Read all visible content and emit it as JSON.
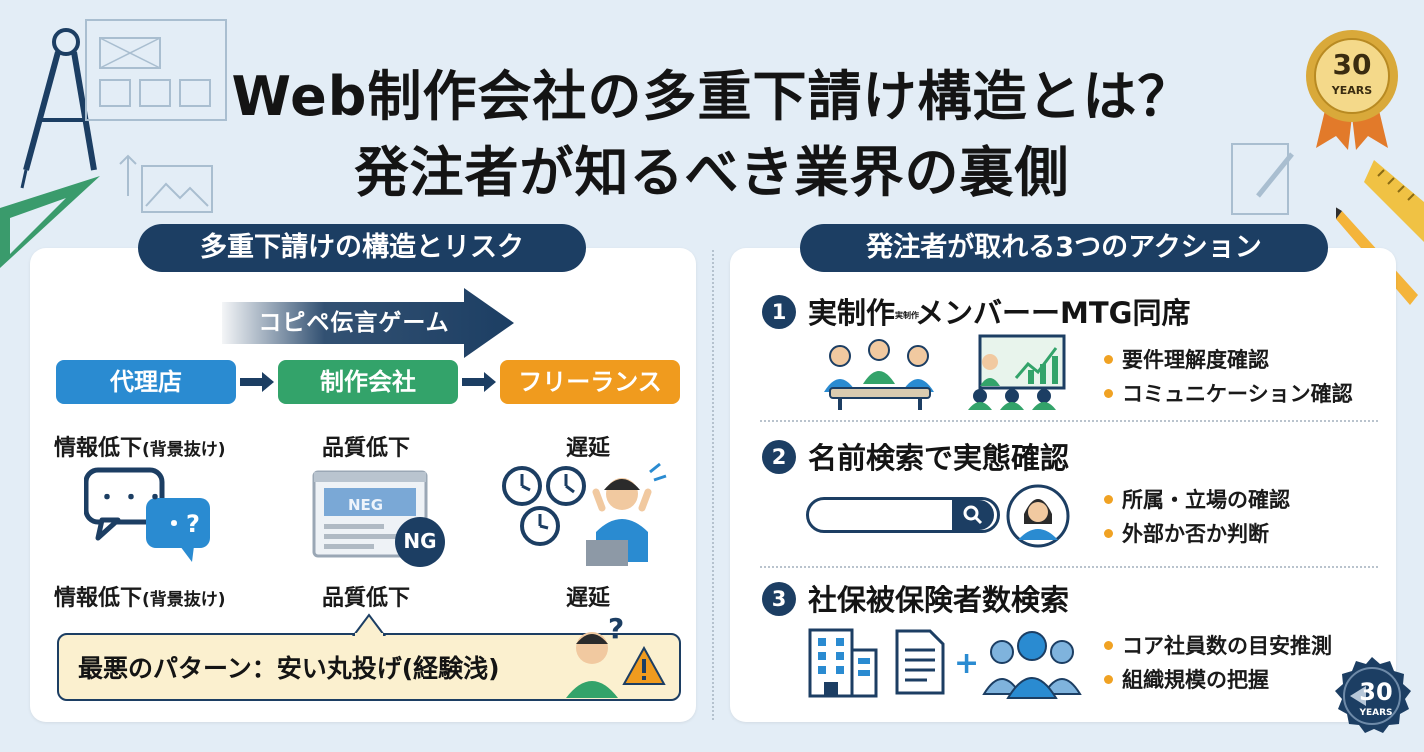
{
  "title": {
    "line1": "Web制作会社の多重下請け構造とは？",
    "line2": "発注者が知るべき業界の裏側"
  },
  "badge_top": {
    "number": "30",
    "label": "YEARS"
  },
  "badge_bottom": {
    "number": "30",
    "label": "YEARS"
  },
  "left_panel": {
    "header": "多重下請けの構造とリスク",
    "banner": "コピペ伝言ゲーム",
    "flow": [
      {
        "label": "代理店",
        "color": "#2a8bd1"
      },
      {
        "label": "制作会社",
        "color": "#33a36a"
      },
      {
        "label": "フリーランス",
        "color": "#f09b1e"
      }
    ],
    "risks_top": {
      "a_main": "情報低下",
      "a_sub": "(背景抜け)",
      "b": "品質低下",
      "c": "遅延"
    },
    "risks_bottom": {
      "a_main": "情報低下",
      "a_sub": "(背景抜け)",
      "b": "品質低下",
      "c": "遅延"
    },
    "chat_icon_text": "・・・",
    "chat_icon_text2": "・?",
    "neg_screen_text": "NEG",
    "ng_badge": "NG",
    "callout": "最悪のパターン：安い丸投げ(経験浅)",
    "question_mark": "?"
  },
  "right_panel": {
    "header": "発注者が取れる3つのアクション",
    "sections": [
      {
        "num": "1",
        "title_a": "実制作",
        "title_small": "実制作",
        "title_b": "メンバーーMTG同席",
        "bullets": [
          "要件理解度確認",
          "コミュニケーション確認"
        ]
      },
      {
        "num": "2",
        "title": "名前検索で実態確認",
        "bullets": [
          "所属・立場の確認",
          "外部か否か判断"
        ]
      },
      {
        "num": "3",
        "title": "社保被保険者数検索",
        "bullets": [
          "コア社員数の目安推測",
          "組織規模の把握"
        ]
      }
    ],
    "plus": "+"
  },
  "colors": {
    "navy": "#1c3e63",
    "blue": "#2a8bd1",
    "green": "#33a36a",
    "orange": "#f09b1e",
    "gold": "#d9a93a",
    "bg": "#e3edf6"
  }
}
